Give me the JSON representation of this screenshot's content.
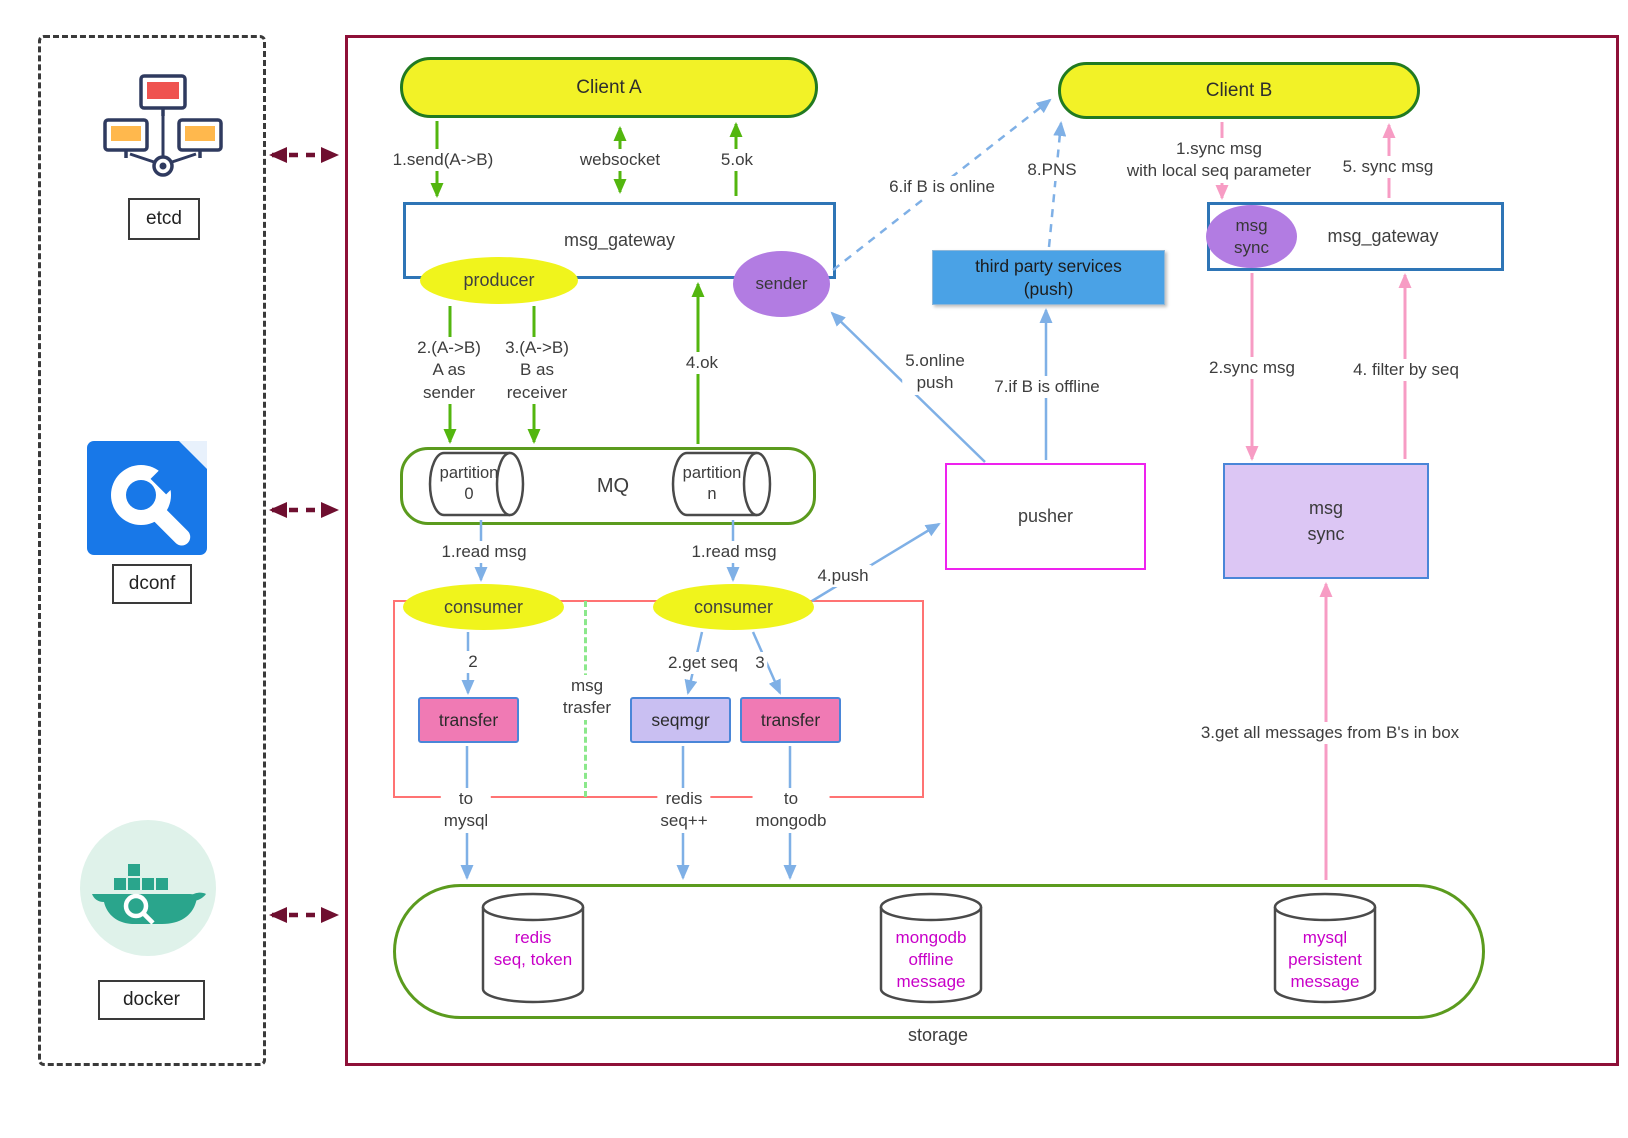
{
  "sidebar": {
    "etcd_label": "etcd",
    "dconf_label": "dconf",
    "docker_label": "docker"
  },
  "icons": {
    "etcd": "cluster-nodes-icon",
    "dconf": "wrench-tool-icon",
    "docker": "docker-whale-icon",
    "storage_db": "cylinder-database-icon",
    "mq_partition": "horizontal-cylinder-icon"
  },
  "nodes": {
    "client_a": "Client A",
    "client_b": "Client B",
    "gateway_a": "msg_gateway",
    "gateway_b": "msg_gateway",
    "producer": "producer",
    "sender": "sender",
    "third_party": "third party services\n(push)",
    "msg_sync_badge": "msg\nsync",
    "mq": "MQ",
    "partition_0": "partition\n0",
    "partition_n": "partition\nn",
    "pusher": "pusher",
    "msg_sync_box": "msg\nsync",
    "consumer_1": "consumer",
    "consumer_2": "consumer",
    "transfer_1": "transfer",
    "seqmgr": "seqmgr",
    "transfer_2": "transfer",
    "msg_trasfer_group": "msg\ntrasfer",
    "redis_db": "redis\nseq, token",
    "mongodb_db": "mongodb\noffline\nmessage",
    "mysql_db": "mysql\npersistent\nmessage",
    "storage": "storage"
  },
  "edge_labels": {
    "send_ab": "1.send(A->B)",
    "websocket": "websocket",
    "ok_5": "5.ok",
    "a_as_sender": "2.(A->B)\nA as\nsender",
    "b_as_receiver": "3.(A->B)\nB as\nreceiver",
    "ok_4": "4.ok",
    "b_online": "6.if B is online",
    "pns": "8.PNS",
    "online_push": "5.online\npush",
    "b_offline": "7.if B is offline",
    "sync_msg_1": "1.sync msg\nwith local seq parameter",
    "sync_msg_5": "5. sync msg",
    "sync_msg_2": "2.sync msg",
    "filter_by_seq": "4. filter by seq",
    "read_msg_left": "1.read msg",
    "read_msg_right": "1.read msg",
    "push_4": "4.push",
    "step_2": "2",
    "get_seq": "2.get seq",
    "step_3": "3",
    "to_mysql": "to\nmysql",
    "redis_seq": "redis\nseq++",
    "to_mongodb": "to\nmongodb",
    "get_all_messages": "3.get all messages from B's in box"
  },
  "colors": {
    "client_fill": "#f2f227",
    "client_border": "#217a21",
    "gateway_border": "#2e75b6",
    "green_arrow": "#53b60f",
    "blue_arrow": "#7fb0e6",
    "pink_arrow": "#f79cc4",
    "purple_node": "#b27ce2",
    "third_party_fill": "#4aa2e6",
    "pusher_border": "#ee22ee",
    "transfer_fill": "#f07ab4",
    "seqmgr_fill": "#c9bff2",
    "msg_sync_fill": "#dcc6f4",
    "red_group_border": "#ff7373",
    "db_text": "#c800c8",
    "main_border": "#8e1038",
    "sidebar_arrow": "#6f0f30",
    "mq_border": "#5b9b1e"
  }
}
